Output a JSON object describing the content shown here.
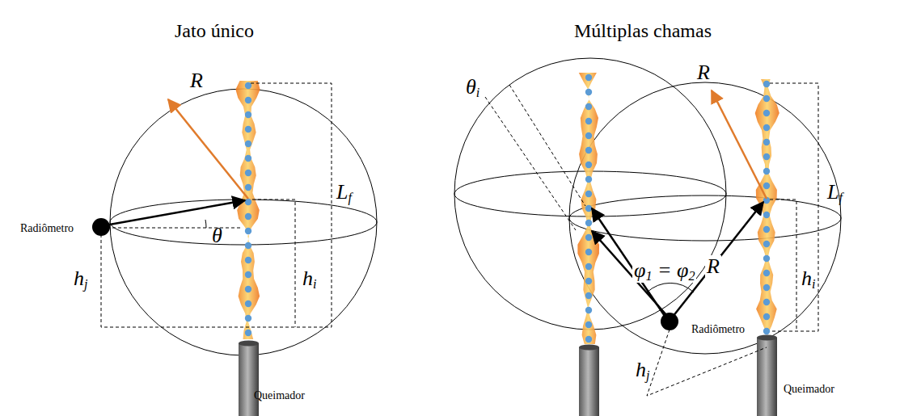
{
  "diagram": {
    "labels": [
      "Jato único",
      "Múltiplas chamas",
      "R",
      "Radiômetro",
      "θ",
      "Lf",
      "hi",
      "hj",
      "Queimador",
      "θi",
      "R",
      "Lf",
      "hi",
      "R",
      "φ1 = φ2",
      "Radiômetro",
      "hj",
      "Queimador"
    ]
  }
}
